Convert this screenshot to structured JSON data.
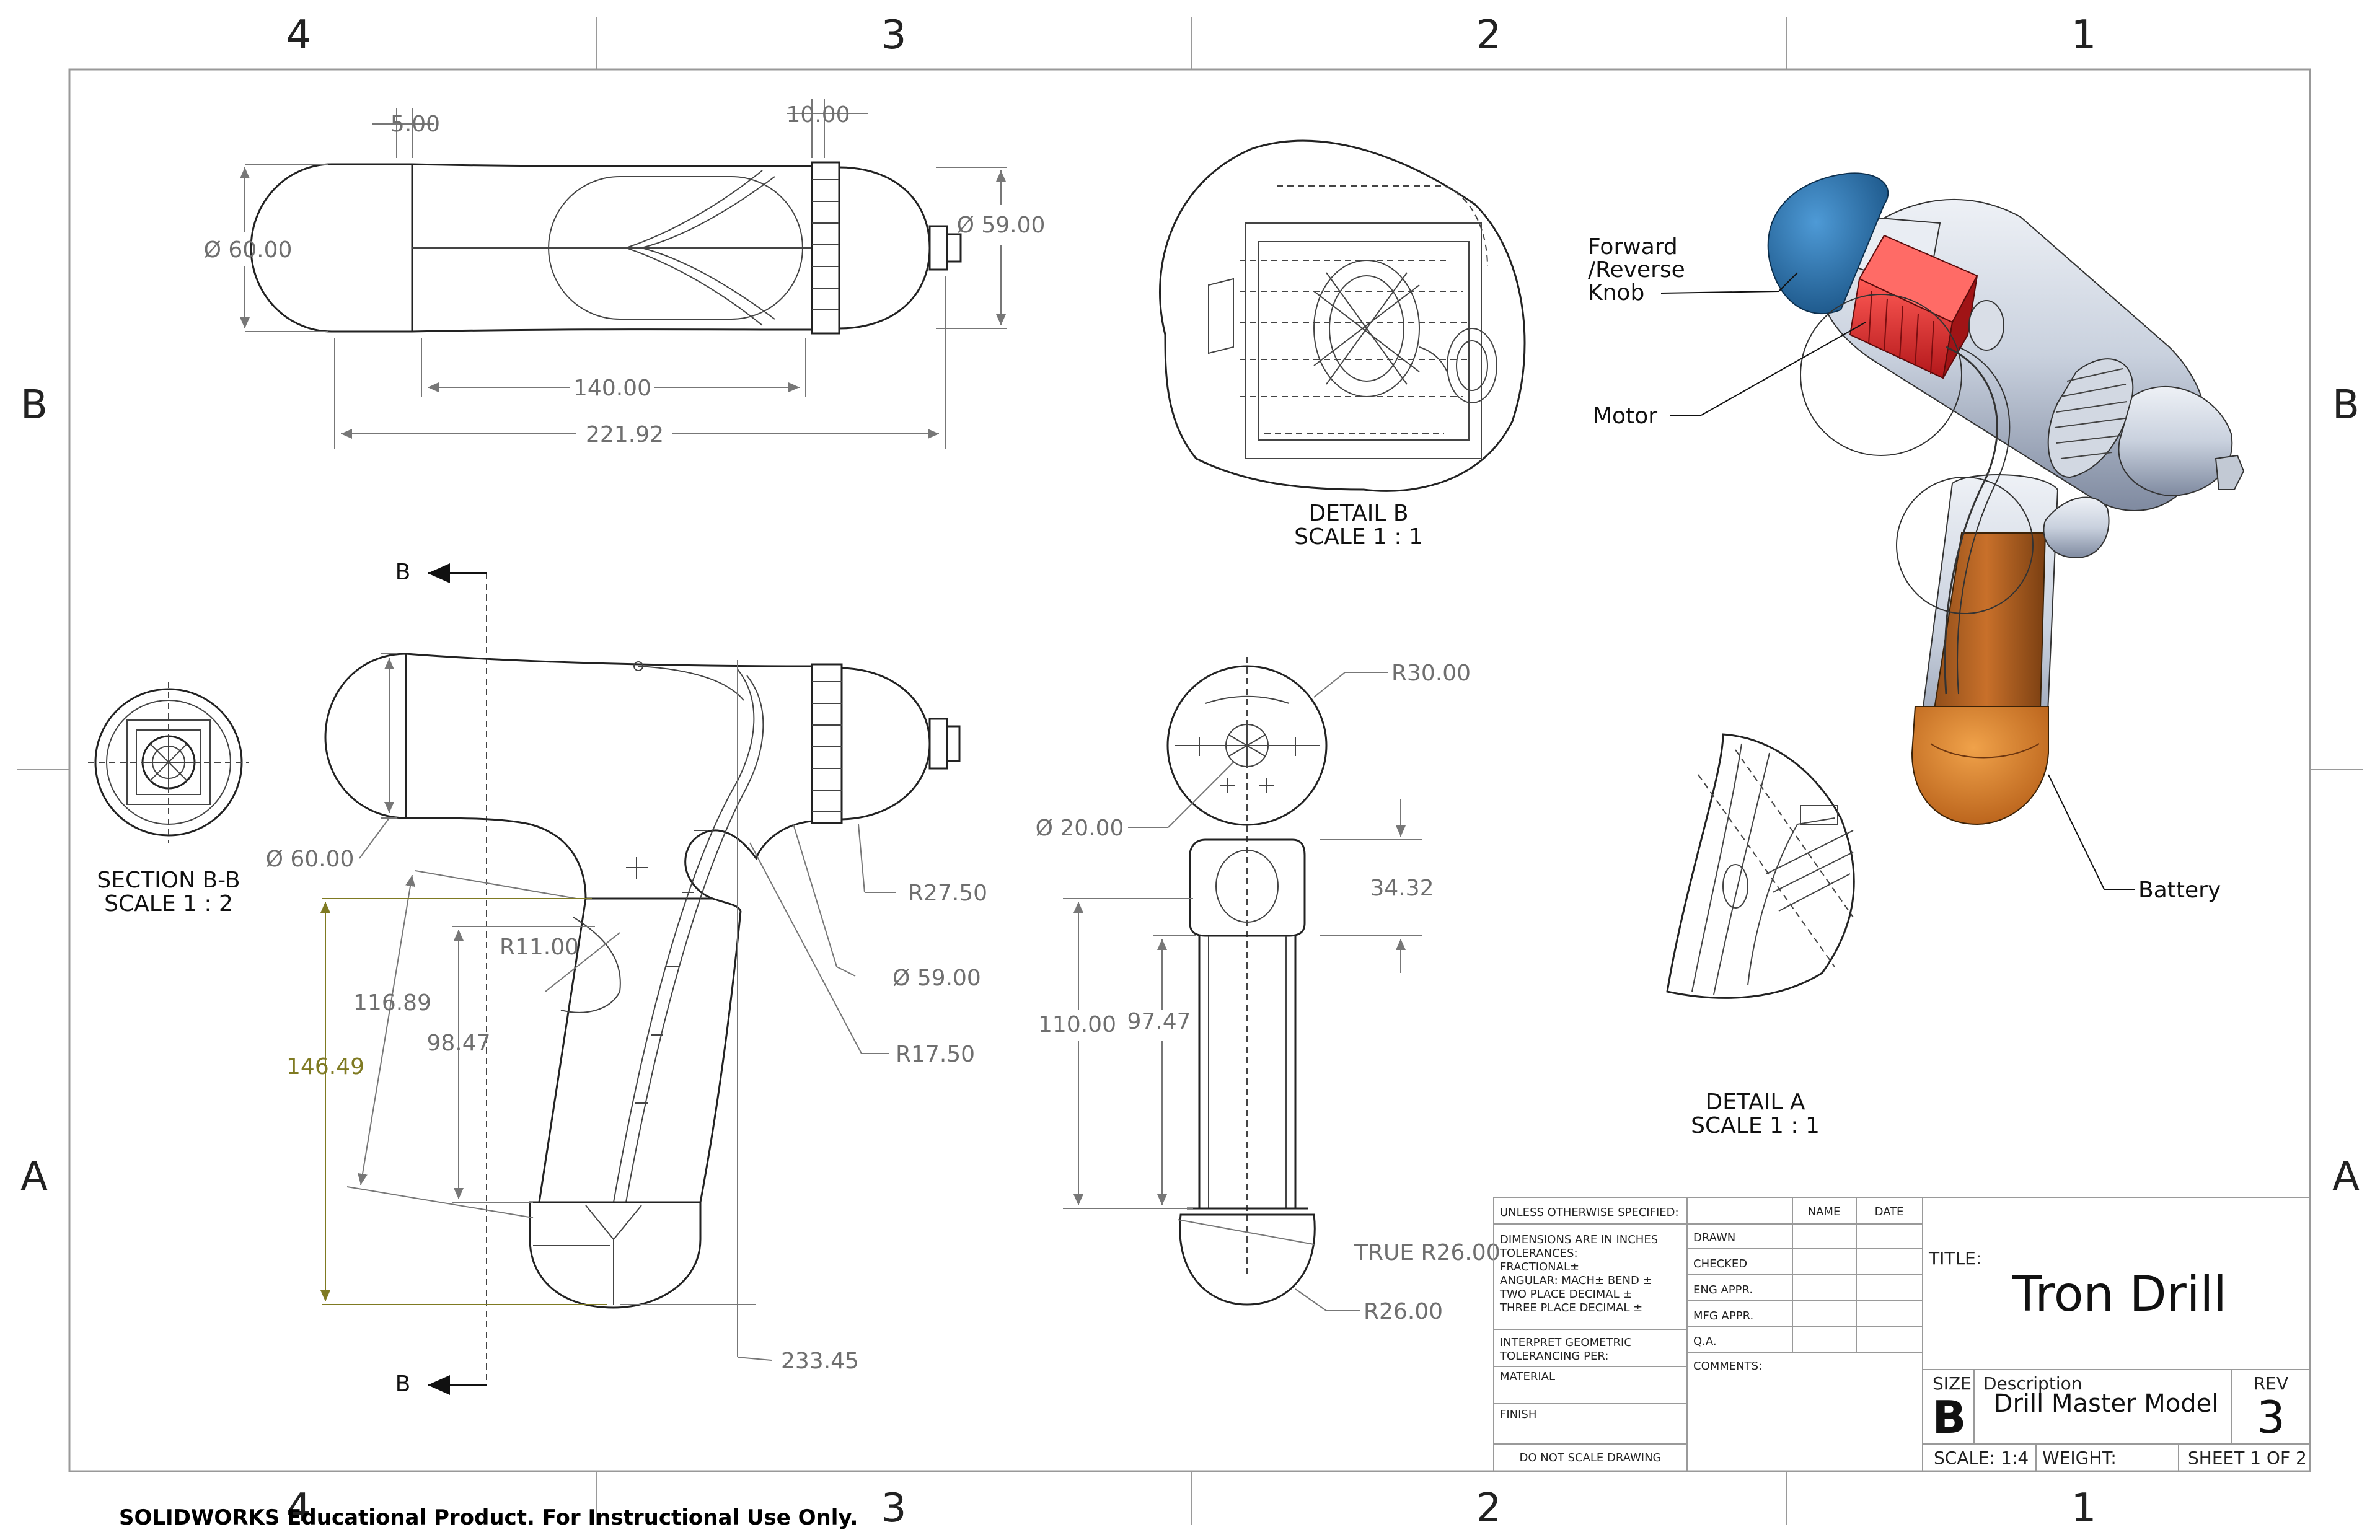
{
  "zones": {
    "top": [
      "4",
      "3",
      "2",
      "1"
    ],
    "bottom": [
      "4",
      "3",
      "2",
      "1"
    ],
    "left": [
      "B",
      "A"
    ],
    "right": [
      "B",
      "A"
    ]
  },
  "top_view": {
    "dims": [
      "5.00",
      "10.00",
      "Ø 60.00",
      "Ø 59.00",
      "140.00",
      "221.92"
    ]
  },
  "detail_b": {
    "title": "DETAIL B",
    "scale": "SCALE 1 : 1"
  },
  "section_bb": {
    "title": "SECTION B-B",
    "scale": "SCALE 1 : 2",
    "cut_label": "B"
  },
  "side_view": {
    "dims": [
      "Ø 60.00",
      "R27.50",
      "R11.00",
      "Ø 59.00",
      "R17.50",
      "116.89",
      "98.47",
      "146.49",
      "233.45"
    ]
  },
  "front_view": {
    "dims": [
      "R30.00",
      "Ø 20.00",
      "34.32",
      "110.00",
      "97.47",
      "TRUE R26.00",
      "R26.00"
    ]
  },
  "iso_view": {
    "callouts": [
      "Forward",
      "/Reverse",
      "Knob",
      "Motor",
      "Battery"
    ],
    "colors": {
      "knob": "#2f78b5",
      "motor": "#e0312e",
      "battery": "#c8702a",
      "body": "#c9d1de"
    }
  },
  "detail_a": {
    "title": "DETAIL A",
    "scale": "SCALE 1 : 1"
  },
  "title_block": {
    "unless": "UNLESS OTHERWISE SPECIFIED:",
    "tolerances": [
      "DIMENSIONS ARE IN INCHES",
      "TOLERANCES:",
      "FRACTIONAL±",
      "ANGULAR: MACH±     BEND ±",
      "TWO PLACE DECIMAL    ±",
      "THREE PLACE DECIMAL  ±"
    ],
    "interpret": [
      "INTERPRET GEOMETRIC",
      "TOLERANCING PER:"
    ],
    "material": "MATERIAL",
    "finish": "FINISH",
    "no_scale": "DO NOT SCALE DRAWING",
    "name_col": "NAME",
    "date_col": "DATE",
    "rows": [
      "DRAWN",
      "CHECKED",
      "ENG APPR.",
      "MFG APPR.",
      "Q.A.",
      "COMMENTS:"
    ],
    "title_label": "TITLE:",
    "title": "Tron Drill",
    "size_label": "SIZE",
    "size": "B",
    "desc_label": "Description",
    "desc": "Drill Master Model",
    "rev_label": "REV",
    "rev": "3",
    "scale": "SCALE: 1:4",
    "weight": "WEIGHT:",
    "sheet": "SHEET 1 OF 2"
  },
  "footer": "SOLIDWORKS Educational Product. For Instructional Use Only."
}
